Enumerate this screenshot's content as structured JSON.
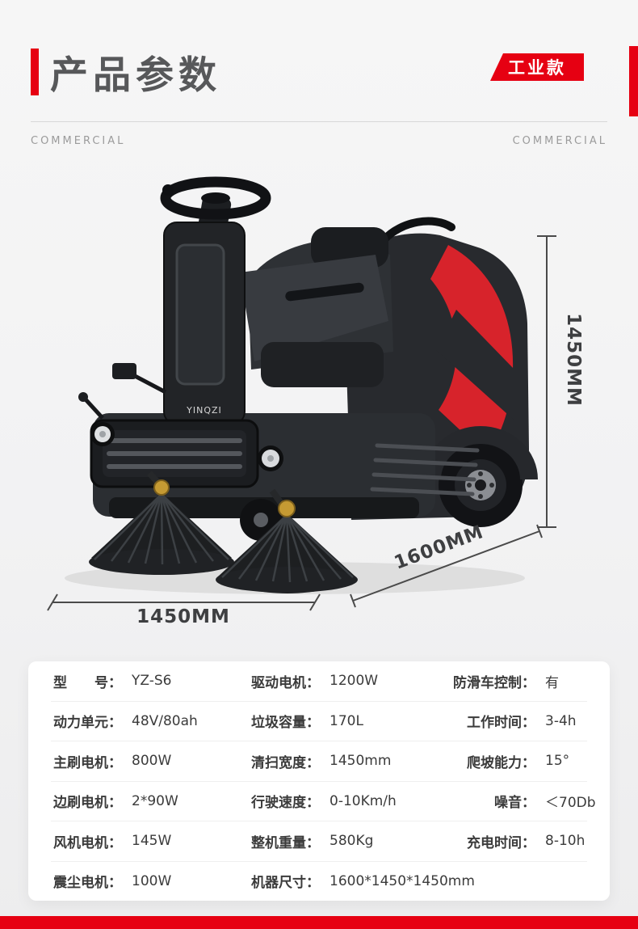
{
  "header": {
    "title": "产品参数",
    "badge": "工业款",
    "subtitle_left": "COMMERCIAL",
    "subtitle_right": "COMMERCIAL"
  },
  "machine": {
    "brand": "YINQZI"
  },
  "dims": {
    "height": "1450MM",
    "width": "1450MM",
    "length": "1600MM"
  },
  "specs": {
    "rows": [
      {
        "cells": [
          {
            "label": "型　　号：",
            "value": "YZ-S6"
          },
          {
            "label": "驱动电机：",
            "value": "1200W"
          },
          {
            "label": "防滑车控制：",
            "value": "有"
          }
        ]
      },
      {
        "cells": [
          {
            "label": "动力单元：",
            "value": "48V/80ah"
          },
          {
            "label": "垃圾容量：",
            "value": "170L"
          },
          {
            "label": "工作时间：",
            "value": "3-4h"
          }
        ]
      },
      {
        "cells": [
          {
            "label": "主刷电机：",
            "value": "800W"
          },
          {
            "label": "清扫宽度：",
            "value": "1450mm"
          },
          {
            "label": "爬坡能力：",
            "value": "15°"
          }
        ]
      },
      {
        "cells": [
          {
            "label": "边刷电机：",
            "value": "2*90W"
          },
          {
            "label": "行驶速度：",
            "value": "0-10Km/h"
          },
          {
            "label": "噪音：",
            "value": "＜70Db"
          }
        ]
      },
      {
        "cells": [
          {
            "label": "风机电机：",
            "value": "145W"
          },
          {
            "label": "整机重量：",
            "value": "580Kg"
          },
          {
            "label": "充电时间：",
            "value": "8-10h"
          }
        ]
      },
      {
        "cells": [
          {
            "label": "震尘电机：",
            "value": "100W"
          },
          {
            "label": "机器尺寸：",
            "value": "1600*1450*1450mm"
          }
        ]
      }
    ]
  },
  "colors": {
    "accent_red": "#e60012",
    "machine_red": "#d7232b",
    "title_gray": "#57585a",
    "background": "#f2f2f3"
  }
}
